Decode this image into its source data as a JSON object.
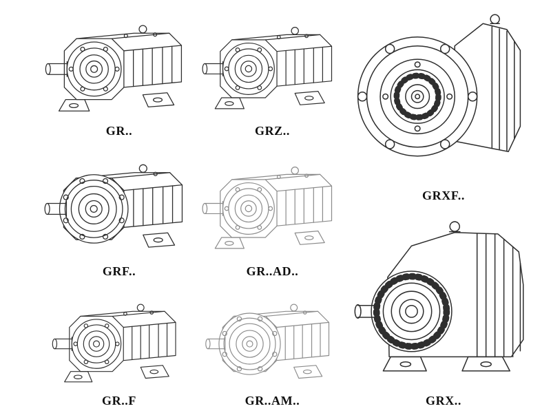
{
  "page": {
    "background": "#ffffff",
    "line_color": "#2e2e2e",
    "faded_line_color": "#a9a9a9"
  },
  "items": [
    {
      "name": "gr",
      "label": "GR..",
      "drawing": "helical-gear-reducer-foot-mounted-icon",
      "faded": false
    },
    {
      "name": "grz",
      "label": "GRZ..",
      "drawing": "helical-gear-reducer-foot-mounted-icon",
      "faded": false
    },
    {
      "name": "grxf",
      "label": "GRXF..",
      "drawing": "helical-gear-reducer-flange-front-icon",
      "faded": false
    },
    {
      "name": "gr-f-flange",
      "label": "GRF..",
      "drawing": "helical-gear-reducer-flange-mounted-icon",
      "faded": false
    },
    {
      "name": "gr-ad",
      "label": "GR..AD..",
      "drawing": "helical-gear-reducer-foot-mounted-icon",
      "faded": true
    },
    {
      "name": "gr-f",
      "label": "GR..F",
      "drawing": "helical-gear-reducer-foot-mounted-icon",
      "faded": false
    },
    {
      "name": "gr-am",
      "label": "GR..AM..",
      "drawing": "helical-gear-reducer-flange-mounted-icon",
      "faded": true
    },
    {
      "name": "grx",
      "label": "GRX..",
      "drawing": "helical-gear-reducer-large-foot-icon",
      "faded": false
    }
  ]
}
